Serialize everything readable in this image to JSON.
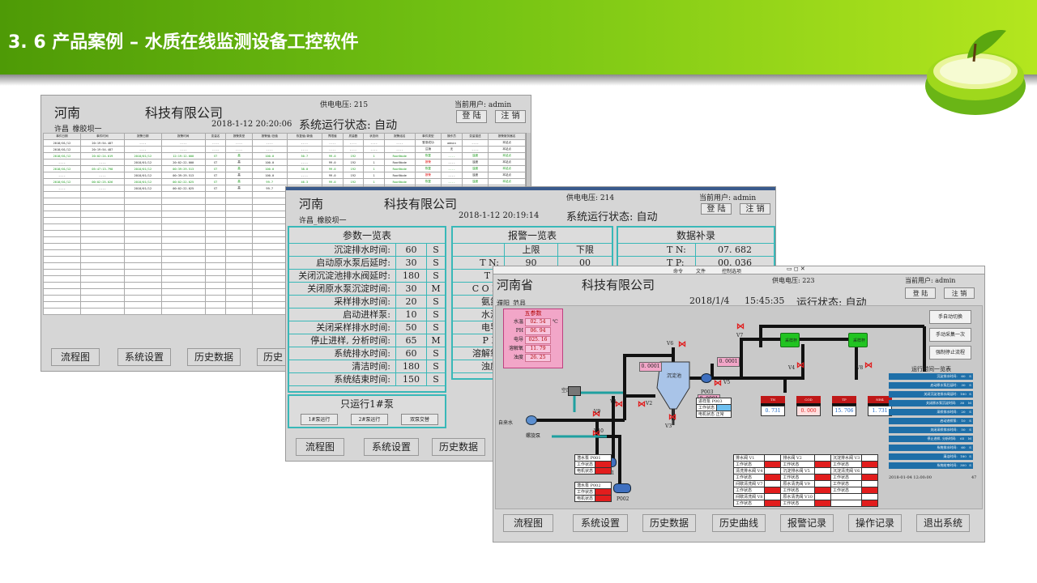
{
  "slide": {
    "title": "3. 6 产品案例 – 水质在线监测设备工控软件"
  },
  "w1": {
    "company": "河南　　　　　科技有限公司",
    "site": "许昌_橡胶坝一",
    "power": "供电电压: 215",
    "datetime": "2018-1-12   20:20:06",
    "status": "系统运行状态: 自动",
    "user": "当前用户: admin",
    "login": "登 陆",
    "logout": "注 销",
    "columns": [
      "事件日期",
      "事件时间",
      "报警日期",
      "报警时间",
      "变量名",
      "报警类型",
      "报警值/旧值",
      "恢复值/新值",
      "界限值",
      "质量戳",
      "状态码",
      "报警组名",
      "事件类型",
      "操作员",
      "变量描述",
      "报警服务器名"
    ],
    "rows": [
      [
        "2018/01/12",
        "20:19:54.487",
        "----",
        "----",
        "----",
        "----",
        "----",
        "----",
        "----",
        "----",
        "----",
        "----",
        "登录成功",
        "admin",
        "----",
        "本站点"
      ],
      [
        "2018/01/12",
        "20:19:54.487",
        "----",
        "----",
        "----",
        "----",
        "----",
        "----",
        "----",
        "----",
        "----",
        "----",
        "注销",
        "无",
        "----",
        "本站点"
      ],
      [
        "2018/01/12",
        "20:02:24.019",
        "2018/01/12",
        "12:19:12.000",
        "ST",
        "高",
        "100.0",
        "50.7",
        "99.0",
        "192",
        "1",
        "RootNode",
        "恢复",
        "----",
        "浊度",
        "本站点"
      ],
      [
        "----",
        "----",
        "2018/01/12",
        "20:02:22.000",
        "ST",
        "高",
        "100.0",
        "----",
        "99.0",
        "192",
        "1",
        "RootNode",
        "报警",
        "----",
        "浊度",
        "本站点"
      ],
      [
        "2018/01/12",
        "05:47:13.798",
        "2018/01/12",
        "00:39:29.513",
        "ST",
        "高",
        "100.0",
        "38.0",
        "99.0",
        "192",
        "1",
        "RootNode",
        "恢复",
        "----",
        "浊度",
        "本站点"
      ],
      [
        "----",
        "----",
        "2018/01/12",
        "00:39:29.513",
        "ST",
        "高",
        "100.0",
        "----",
        "99.0",
        "192",
        "1",
        "RootNode",
        "报警",
        "----",
        "浊度",
        "本站点"
      ],
      [
        "2018/01/12",
        "00:02:25.026",
        "2018/01/12",
        "00:02:22.025",
        "ST",
        "高",
        "99.7",
        "46.3",
        "99.0",
        "192",
        "1",
        "RootNode",
        "恢复",
        "----",
        "浊度",
        "本站点"
      ],
      [
        "----",
        "----",
        "2018/01/12",
        "00:02:22.025",
        "ST",
        "高",
        "99.7",
        "----",
        "99.0",
        "192",
        "1",
        "RootNode",
        "报警",
        "----",
        "浊度",
        "本站点"
      ]
    ],
    "nav": [
      "流程图",
      "系统设置",
      "历史数据",
      "历史"
    ]
  },
  "w2": {
    "company": "河南　　　　　科技有限公司",
    "site": "许昌_橡胶坝一",
    "power": "供电电压: 214",
    "datetime": "2018-1-12   20:19:14",
    "status": "系统运行状态: 自动",
    "user": "当前用户: admin",
    "login": "登 陆",
    "logout": "注 销",
    "param_title": "参数一览表",
    "params": [
      {
        "n": "沉淀排水时间:",
        "v": "60",
        "u": "S"
      },
      {
        "n": "启动原水泵后延时:",
        "v": "30",
        "u": "S"
      },
      {
        "n": "关闭沉淀池排水阀延时:",
        "v": "180",
        "u": "S"
      },
      {
        "n": "关闭原水泵沉淀时间:",
        "v": "30",
        "u": "M"
      },
      {
        "n": "采样排水时间:",
        "v": "20",
        "u": "S"
      },
      {
        "n": "启动进样泵:",
        "v": "10",
        "u": "S"
      },
      {
        "n": "关闭采样排水时间:",
        "v": "50",
        "u": "S"
      },
      {
        "n": "停止进样, 分析时间:",
        "v": "65",
        "u": "M"
      },
      {
        "n": "系统排水时间:",
        "v": "60",
        "u": "S"
      },
      {
        "n": "清洁时间:",
        "v": "180",
        "u": "S"
      },
      {
        "n": "系统结束时间:",
        "v": "150",
        "u": "S"
      }
    ],
    "pump_title": "只运行1#泵",
    "pump_btns": [
      "1#泵运行",
      "2#泵运行",
      "双泵交替"
    ],
    "alarm_title": "报警一览表",
    "alarm_hdr": [
      "上限",
      "下限"
    ],
    "alarm_rows": [
      {
        "n": "T N:",
        "hi": "90",
        "lo": "00"
      },
      {
        "n": "T P",
        "hi": "",
        "lo": ""
      },
      {
        "n": "C O D",
        "hi": "",
        "lo": ""
      },
      {
        "n": "氨氮",
        "hi": "",
        "lo": ""
      },
      {
        "n": "水温",
        "hi": "",
        "lo": ""
      },
      {
        "n": "电导",
        "hi": "",
        "lo": ""
      },
      {
        "n": "P H",
        "hi": "",
        "lo": ""
      },
      {
        "n": "溶解氧",
        "hi": "",
        "lo": ""
      },
      {
        "n": "浊度",
        "hi": "",
        "lo": ""
      }
    ],
    "data_title": "数据补录",
    "data_rows": [
      {
        "n": "T N:",
        "v": "07. 682"
      },
      {
        "n": "T P:",
        "v": "00. 036"
      }
    ],
    "nav": [
      "流程图",
      "系统设置",
      "历史数据"
    ]
  },
  "w3": {
    "toolbar": [
      "命令",
      "文件",
      "控制选项"
    ],
    "company": "河南省　　　　科技有限公司",
    "site": "濮阳_范县",
    "power": "供电电压: 223",
    "user": "当前用户: admin",
    "login": "登 陆",
    "logout": "注 销",
    "date": "2018/1/4",
    "time": "15:45:35",
    "status": "运行状态: 自动",
    "five_title": "五参数",
    "five": [
      {
        "n": "水温",
        "v": "02. 54",
        "u": "℃"
      },
      {
        "n": "PH",
        "v": "06. 94",
        "u": ""
      },
      {
        "n": "电导",
        "v": "025. 16",
        "u": ""
      },
      {
        "n": "溶解氧",
        "v": "11. 79",
        "u": ""
      },
      {
        "n": "浊度",
        "v": "26. 25",
        "u": ""
      }
    ],
    "labels": {
      "air": "空压机",
      "raw_in": "自来水",
      "pump_lbl": "螺旋泵",
      "sed": "沉淀池",
      "p001": "P001",
      "p002": "P002",
      "p003": "P003",
      "sample1": "采样杯",
      "sample2": "采样杯"
    },
    "valves": [
      "V1",
      "V2",
      "V3",
      "V4",
      "V5",
      "V6",
      "V7",
      "V8",
      "V9",
      "V10"
    ],
    "small_vals": [
      "0. 0001",
      "0. 0001",
      "0. 0001"
    ],
    "gauge_labels": [
      "TN",
      "COD",
      "TP",
      "NH4"
    ],
    "gauges": [
      "0. 731",
      "0. 000",
      "15. 706",
      "1. 731"
    ],
    "right_btns": [
      "手自动切换",
      "手动采集一次",
      "强制停止流程"
    ],
    "run_title": "运行时间一览表",
    "run_rows": [
      {
        "n": "沉淀排水时间:",
        "v": "60",
        "u": "S"
      },
      {
        "n": "启动原水泵后延时:",
        "v": "30",
        "u": "S"
      },
      {
        "n": "关闭沉淀池排水阀延时:",
        "v": "180",
        "u": "S"
      },
      {
        "n": "关闭原水泵沉淀时间:",
        "v": "30",
        "u": "M"
      },
      {
        "n": "采样排水时间:",
        "v": "20",
        "u": "S"
      },
      {
        "n": "启动进样泵:",
        "v": "10",
        "u": "S"
      },
      {
        "n": "关闭采样排水时间:",
        "v": "50",
        "u": "S"
      },
      {
        "n": "停止进样, 分析时间:",
        "v": "65",
        "u": "M"
      },
      {
        "n": "系统排水时间:",
        "v": "60",
        "u": "S"
      },
      {
        "n": "清洁时间:",
        "v": "180",
        "u": "S"
      },
      {
        "n": "系统结束时间:",
        "v": "300",
        "u": "S"
      }
    ],
    "run_footer": "2018-01-04 12:00:00",
    "run_footer_num": "47",
    "state_tables": {
      "pump_a": [
        "潜水泵 P001",
        "工作状态",
        "电机状态"
      ],
      "pump_b": [
        "潜水泵 P002",
        "工作状态",
        "电机状态"
      ],
      "p003": [
        "进样泵 P003",
        "工作状态",
        "电机状态 正常"
      ],
      "valves_a": [
        "排水阀 V1",
        "工作状态",
        "清洗排水阀 V4",
        "工作状态",
        "间歇清洗阀 V7",
        "工作状态",
        "间歇清洗阀 V8",
        "工作状态"
      ],
      "valves_b": [
        "排水阀 V2",
        "工作状态",
        "沉淀排水阀 V5",
        "工作状态",
        "原水清洗阀 V9",
        "工作状态",
        "原水清洗阀 V10",
        "工作状态"
      ],
      "valves_c": [
        "沉淀排水阀 V3",
        "工作状态",
        "沉淀清洗阀 V6",
        "工作状态",
        "工作状态",
        "工作状态"
      ]
    },
    "nav": [
      "流程图",
      "系统设置",
      "历史数据",
      "历史曲线",
      "报警记录",
      "操作记录",
      "退出系统"
    ]
  }
}
